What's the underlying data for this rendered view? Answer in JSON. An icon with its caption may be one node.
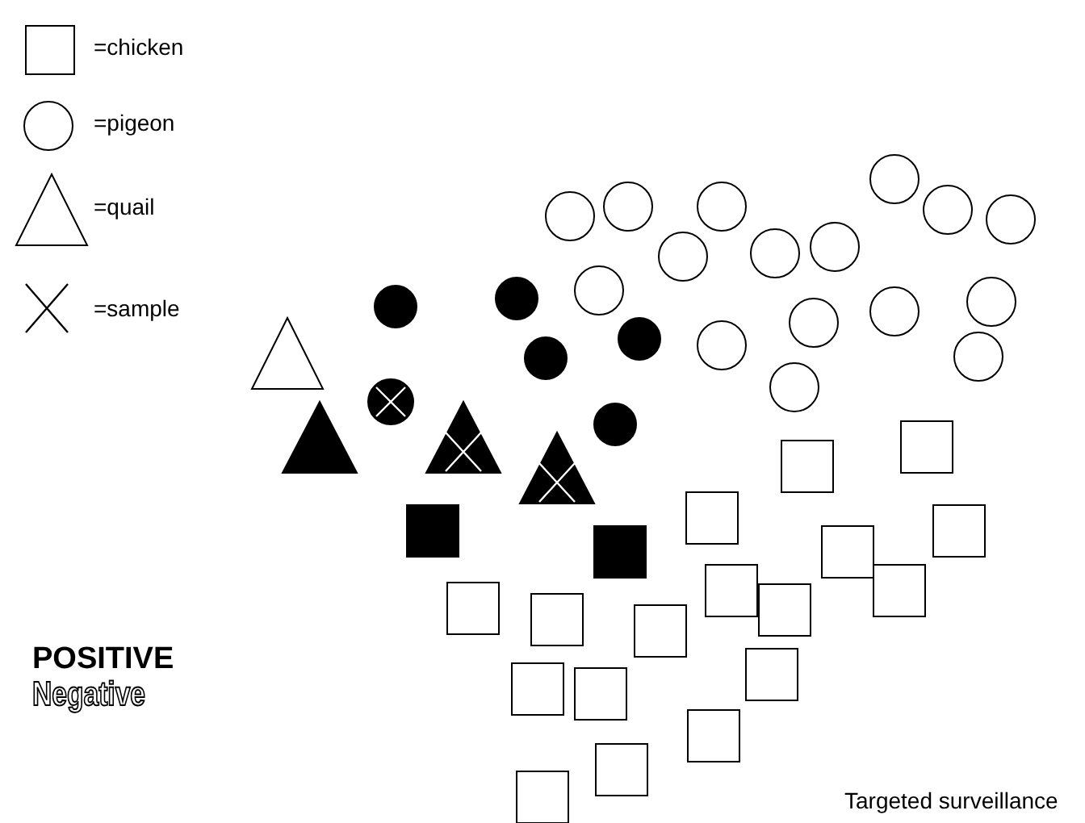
{
  "diagram": {
    "labels": [
      "POSITIVE",
      "Negative",
      "Targeted surveillance"
    ],
    "legend": [
      {
        "text": "=chicken"
      },
      {
        "text": "=pigeon"
      },
      {
        "text": "=quail"
      },
      {
        "text": "=sample"
      }
    ]
  }
}
